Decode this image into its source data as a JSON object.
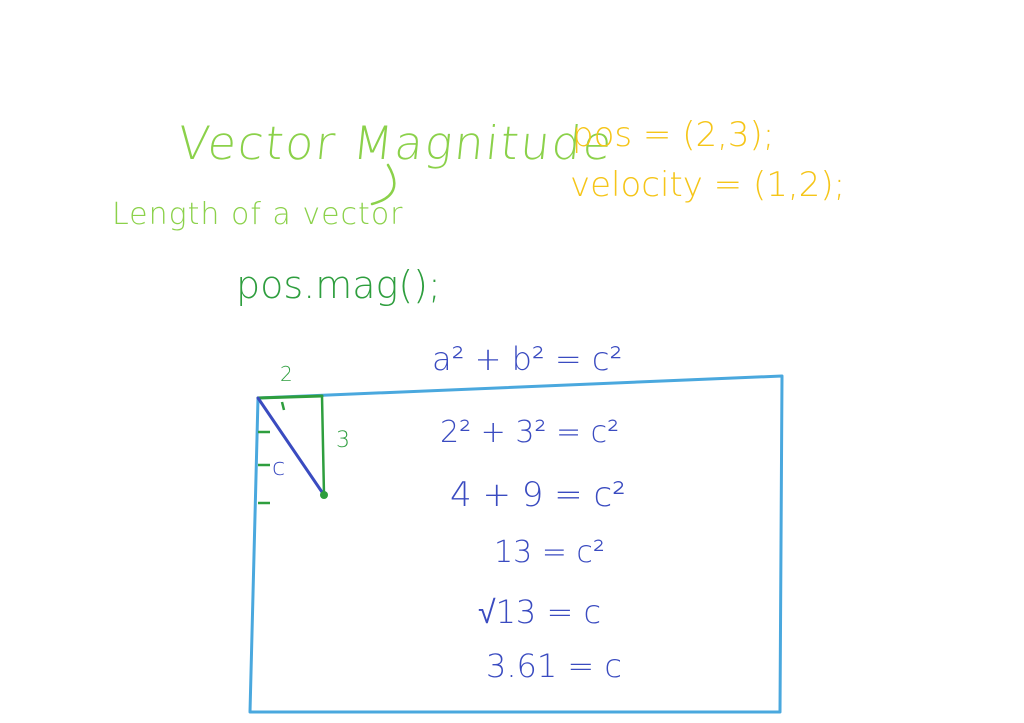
{
  "title": "Vector Magnitude",
  "subtitle": "Length of a vector",
  "code_call": "pos.mag();",
  "pos_line": "pos = (2,3);",
  "velocity_line": "velocity = (1,2);",
  "equations": [
    "a² + b² = c²",
    "2² + 3² = c²",
    "4 + 9 = c²",
    "13 = c²",
    "√13 = c",
    "3.61 = c"
  ],
  "triangle_labels": {
    "horizontal": "2",
    "vertical": "3",
    "hypotenuse": "c"
  },
  "colors": {
    "title_green": "#8bd14a",
    "code_green": "#2e9e3e",
    "note_yellow": "#f5c518",
    "math_blue": "#3a4bc0",
    "box_blue": "#4aa8de"
  }
}
